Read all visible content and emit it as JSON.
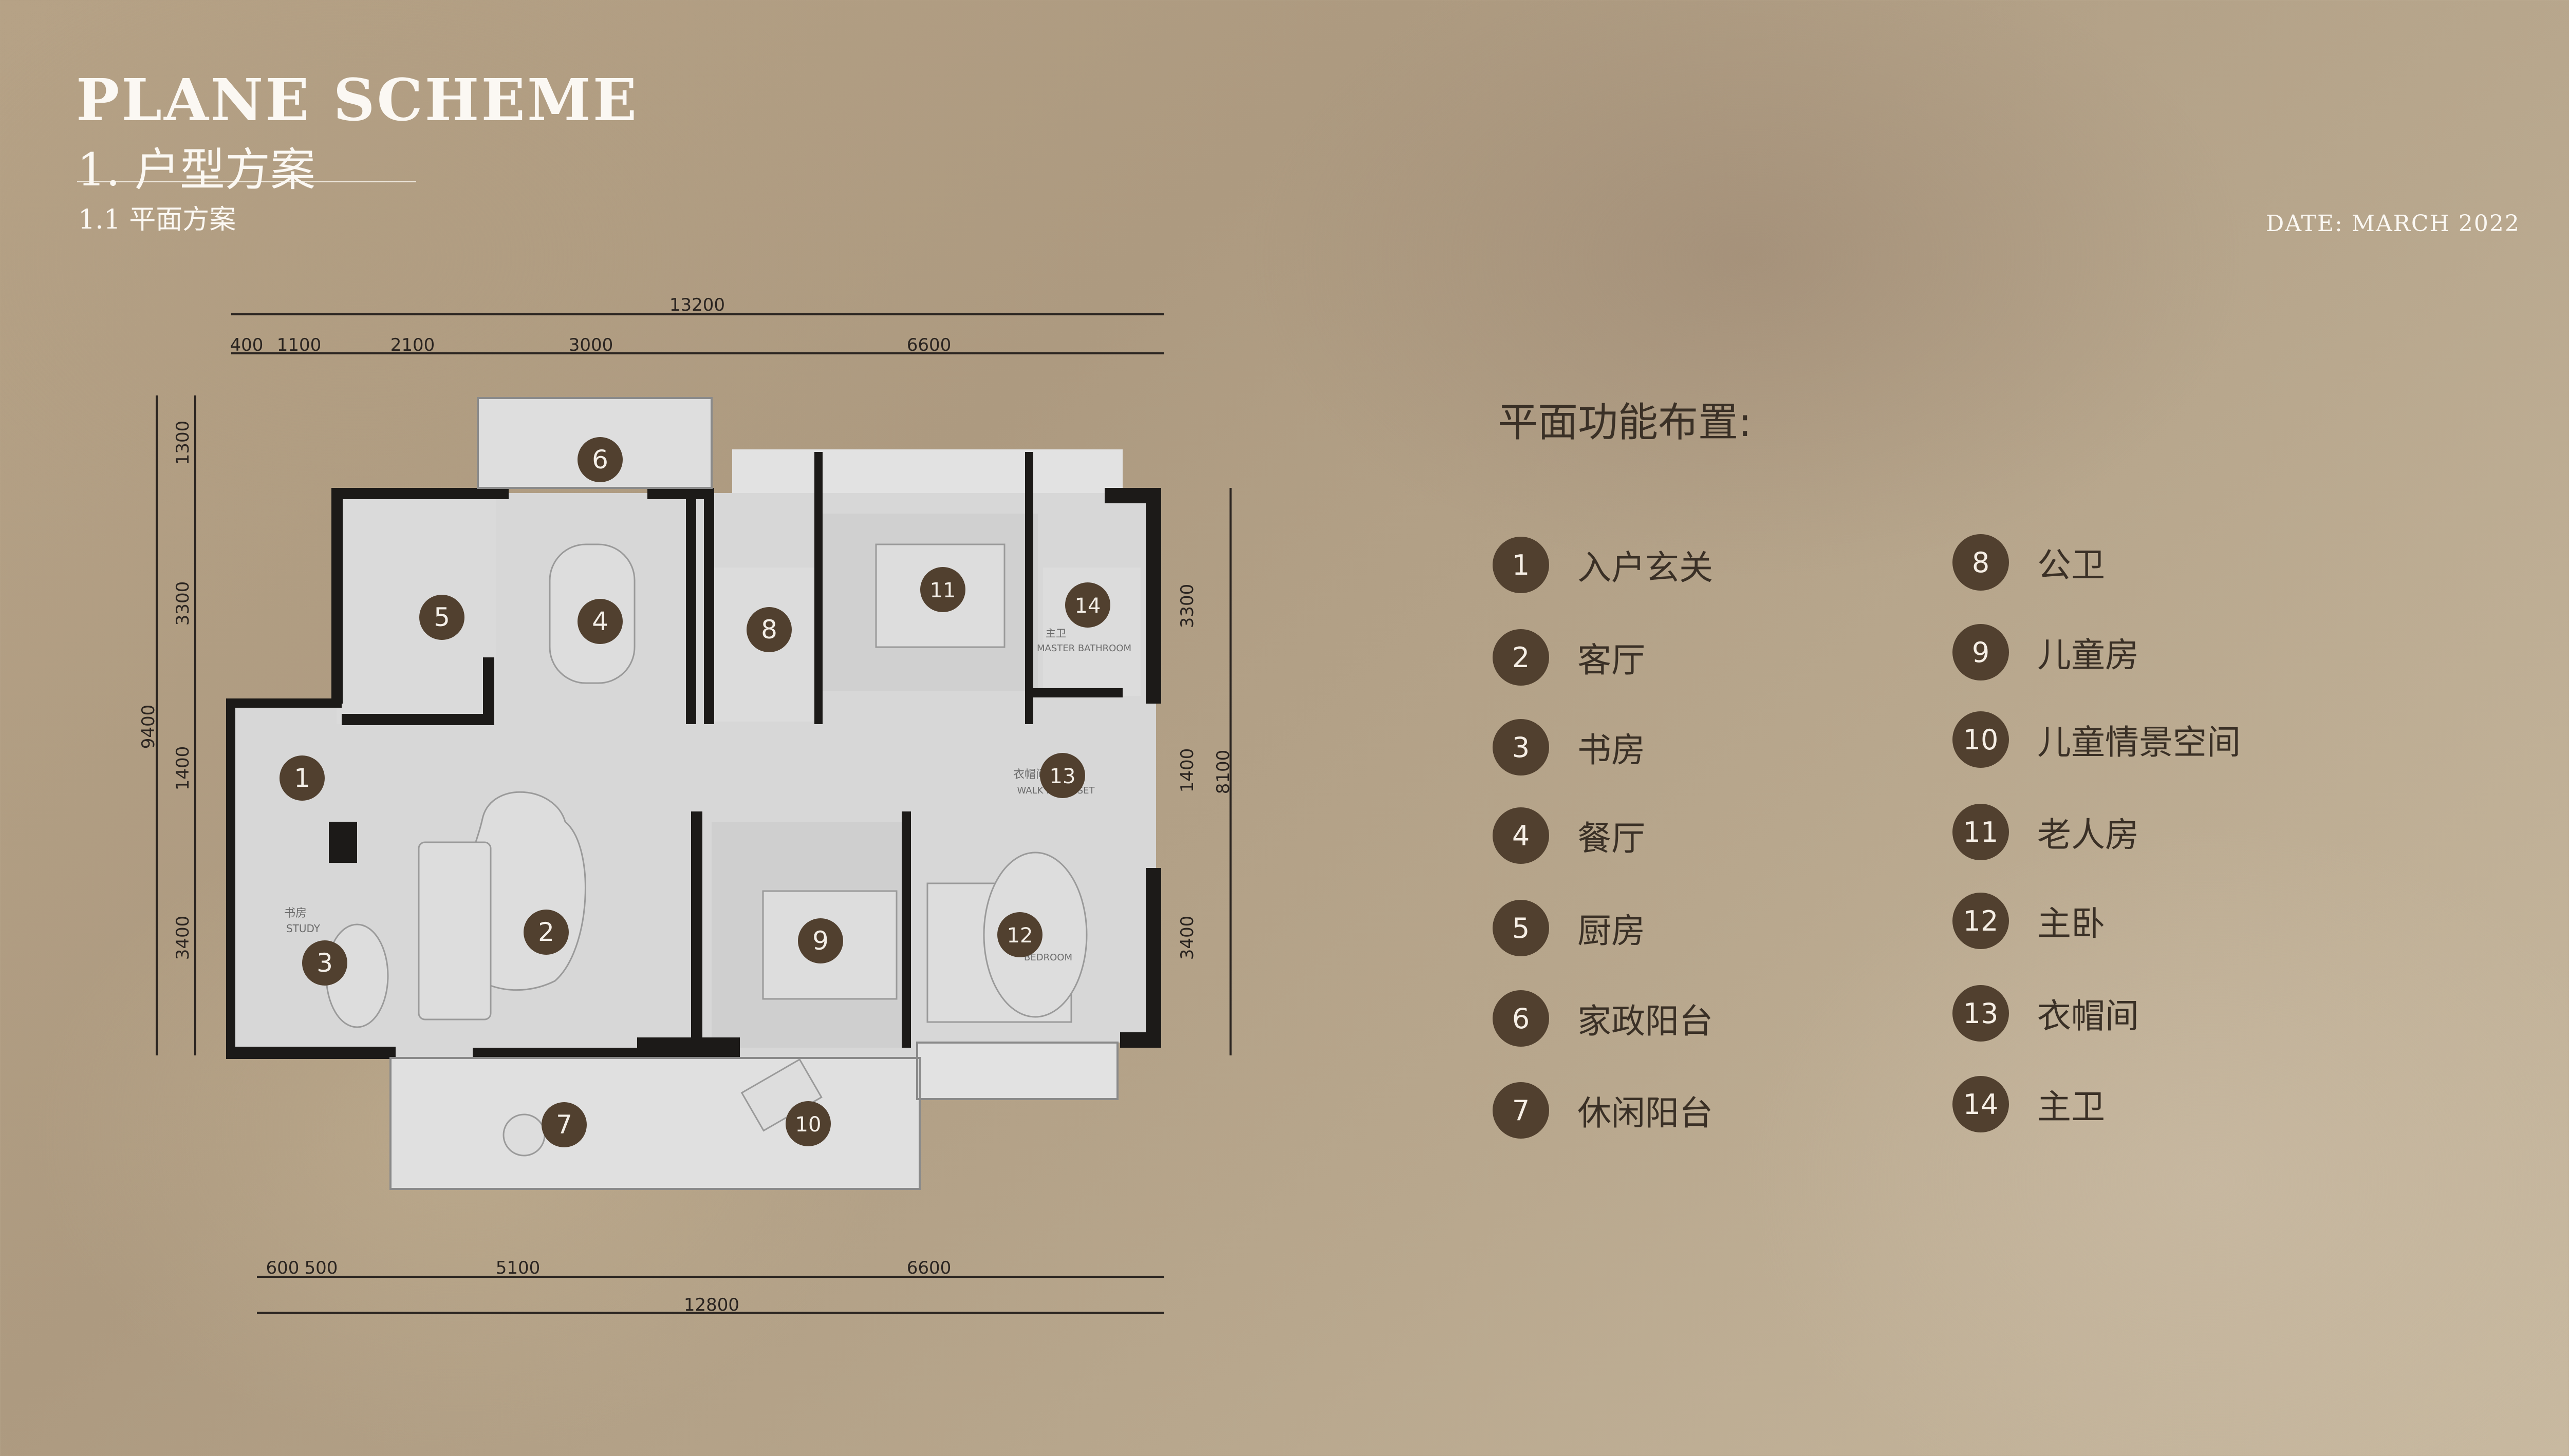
{
  "header": {
    "title": "PLANE SCHEME",
    "subtitle": "1.  户型方案",
    "section": "1.1   平面方案",
    "date": "DATE: MARCH 2022"
  },
  "plan": {
    "dimensions": {
      "top_total": "13200",
      "top_segments": [
        "400",
        "1100",
        "2100",
        "3000",
        "6600"
      ],
      "left_total": "9400",
      "left_segments": [
        "1300",
        "3300",
        "1400",
        "3400"
      ],
      "right_total": "8100",
      "right_segments": [
        "3300",
        "1400",
        "3400"
      ],
      "bottom_total": "12800",
      "bottom_segments": [
        "600",
        "500",
        "5100",
        "6600"
      ]
    },
    "room_labels": {
      "study_cn": "书房",
      "study_en": "STUDY",
      "master_bath_cn": "主卫",
      "master_bath_en": "MASTER BATHROOM",
      "closet_cn": "衣帽间",
      "closet_en": "WALK IN CLOSET",
      "bedroom_en": "BEDROOM"
    },
    "markers": [
      "1",
      "2",
      "3",
      "4",
      "5",
      "6",
      "7",
      "8",
      "9",
      "10",
      "11",
      "12",
      "13",
      "14"
    ]
  },
  "legend": {
    "title": "平面功能布置:",
    "items": [
      {
        "num": "1",
        "label": "入户玄关"
      },
      {
        "num": "2",
        "label": "客厅"
      },
      {
        "num": "3",
        "label": "书房"
      },
      {
        "num": "4",
        "label": "餐厅"
      },
      {
        "num": "5",
        "label": "厨房"
      },
      {
        "num": "6",
        "label": "家政阳台"
      },
      {
        "num": "7",
        "label": "休闲阳台"
      },
      {
        "num": "8",
        "label": "公卫"
      },
      {
        "num": "9",
        "label": "儿童房"
      },
      {
        "num": "10",
        "label": "儿童情景空间"
      },
      {
        "num": "11",
        "label": "老人房"
      },
      {
        "num": "12",
        "label": "主卧"
      },
      {
        "num": "13",
        "label": "衣帽间"
      },
      {
        "num": "14",
        "label": "主卫"
      }
    ]
  },
  "colors": {
    "marker": "#51402f",
    "wall": "#1c1a18",
    "floor": "#d7d7d7"
  }
}
